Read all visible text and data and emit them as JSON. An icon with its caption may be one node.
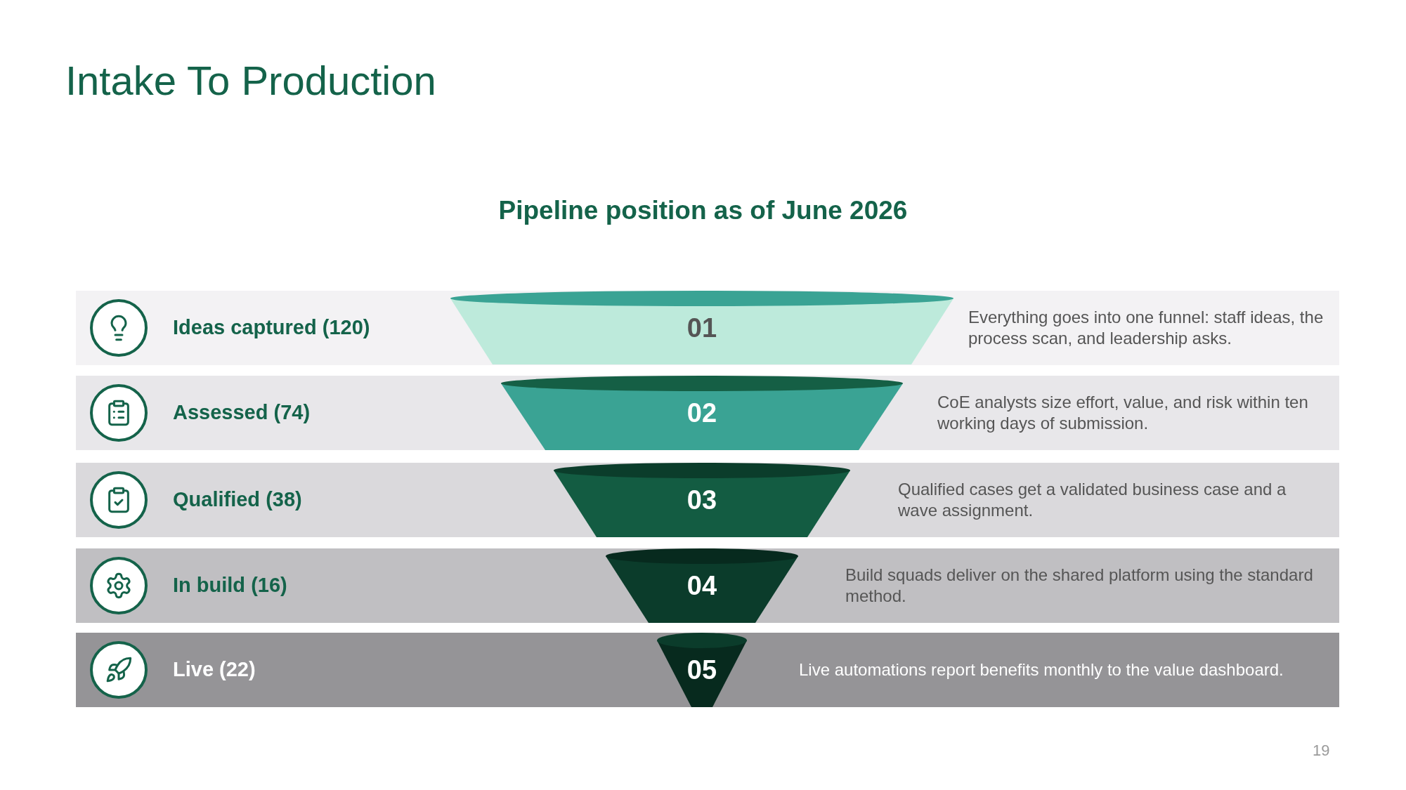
{
  "diagram": {
    "title": "Intake To Production",
    "nodes": [
      {
        "text": [
          "Pipeline position as of June 2026"
        ]
      },
      {
        "text": [
          "Ideas captured (120)",
          "Everything goes into one funnel: staff ideas, the process scan, and leadership asks."
        ]
      },
      {
        "text": [
          "Assessed (74)",
          "CoE analysts size effort, value, and risk within ten working days of submission."
        ]
      },
      {
        "text": [
          "Qualified (38)",
          "Qualified cases get a validated business case and a wave assignment."
        ]
      },
      {
        "text": [
          "In build (16)",
          "Build squads deliver on the shared platform using the standard method."
        ]
      },
      {
        "text": [
          "Live (22)",
          "Live automations report benefits monthly to the value dashboard."
        ]
      },
      {
        "text": [
          "01"
        ],
        "in": 1
      },
      {
        "text": [
          "02"
        ],
        "in": 2
      },
      {
        "text": [
          "03"
        ],
        "in": 3
      },
      {
        "text": [
          "04"
        ],
        "in": 4
      },
      {
        "text": [
          "05"
        ],
        "in": 5
      }
    ],
    "labels": [
      "19"
    ]
  }
}
